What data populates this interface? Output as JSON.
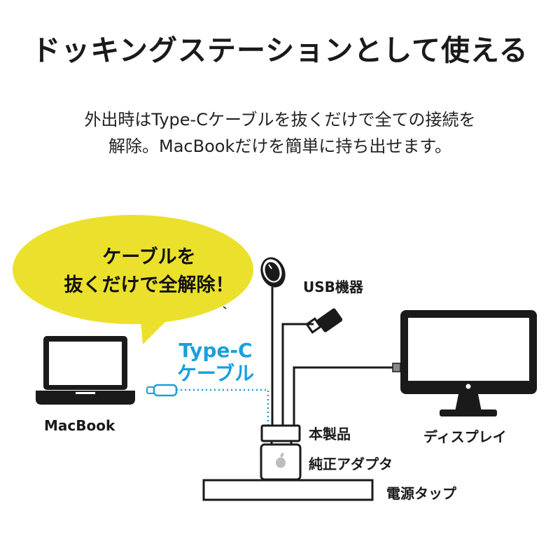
{
  "title": "ドッキングステーションとして使える",
  "subtitle": {
    "line1": "外出時はType-Cケーブルを抜くだけで全ての接続を",
    "line2": "解除。MacBookだけを簡単に持ち出せます。"
  },
  "bubble": {
    "line1": "ケーブルを",
    "line2": "抜くだけで全解除！",
    "color": "#ebe12c"
  },
  "labels": {
    "usb_devices": "USB機器",
    "display": "ディスプレイ",
    "macbook": "MacBook",
    "type_c_line1": "Type-C",
    "type_c_line2": "ケーブル",
    "product": "本製品",
    "adapter": "純正アダプタ",
    "power_strip": "電源タップ"
  },
  "colors": {
    "cable_accent": "#1aa0dc",
    "line": "#1a1a1a"
  },
  "icons": {
    "mouse": "mouse-icon",
    "usb_stick": "usb-stick-icon",
    "monitor": "monitor-icon",
    "laptop": "laptop-icon",
    "apple_logo": "apple-logo-icon"
  }
}
